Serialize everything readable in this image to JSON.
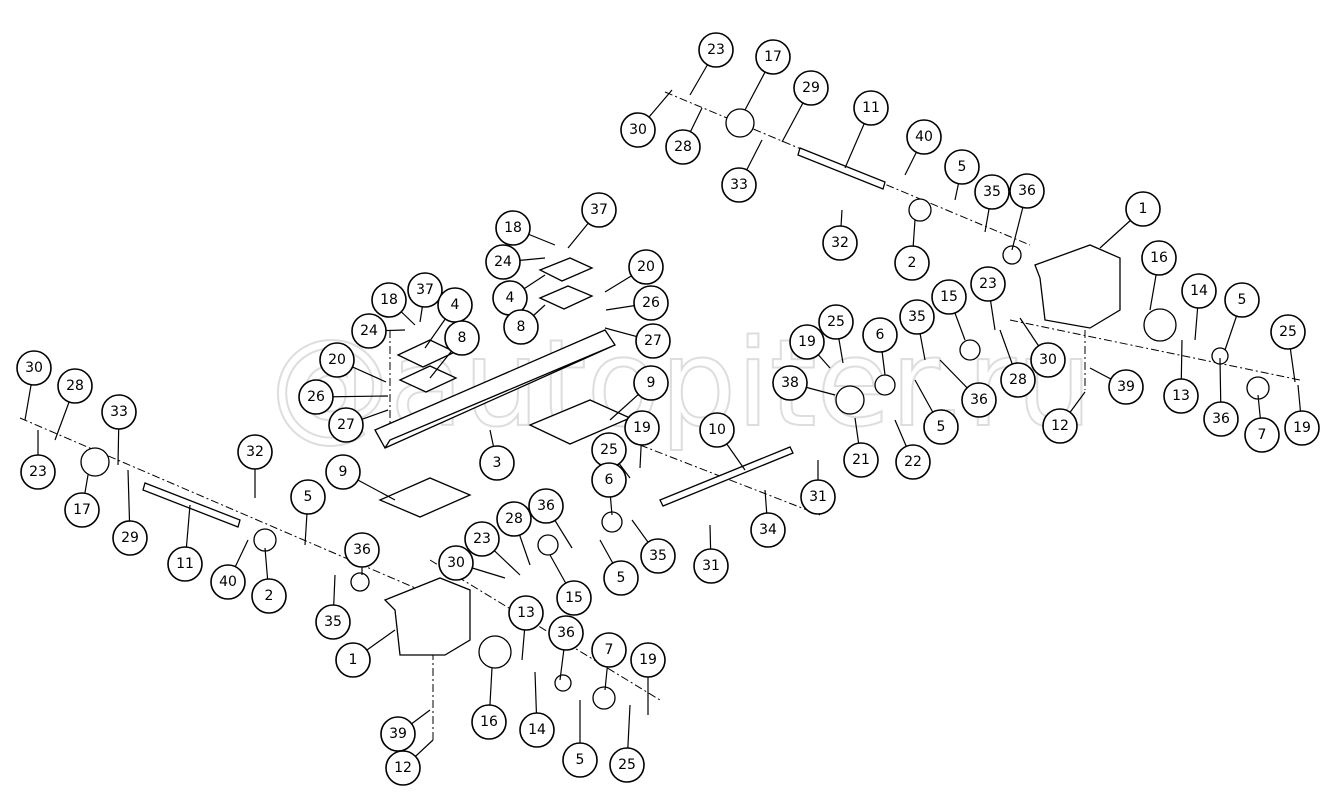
{
  "diagram": {
    "watermark": "autopiter.ru",
    "callouts": [
      "23",
      "17",
      "30",
      "28",
      "29",
      "11",
      "33",
      "40",
      "5",
      "35",
      "36",
      "32",
      "2",
      "1",
      "16",
      "14",
      "5",
      "25",
      "18",
      "37",
      "24",
      "20",
      "4",
      "26",
      "8",
      "27",
      "18",
      "37",
      "4",
      "24",
      "8",
      "20",
      "26",
      "27",
      "25",
      "19",
      "6",
      "35",
      "15",
      "23",
      "38",
      "36",
      "28",
      "30",
      "39",
      "13",
      "36",
      "7",
      "19",
      "12",
      "9",
      "19",
      "3",
      "5",
      "21",
      "22",
      "10",
      "25",
      "31",
      "34",
      "31",
      "6",
      "35",
      "36",
      "5",
      "28",
      "23",
      "30",
      "15",
      "9",
      "13",
      "36",
      "7",
      "19",
      "16",
      "14",
      "5",
      "25",
      "39",
      "12",
      "1",
      "35",
      "36",
      "5",
      "2",
      "40",
      "32",
      "11",
      "29",
      "17",
      "33",
      "28",
      "30",
      "23"
    ]
  }
}
